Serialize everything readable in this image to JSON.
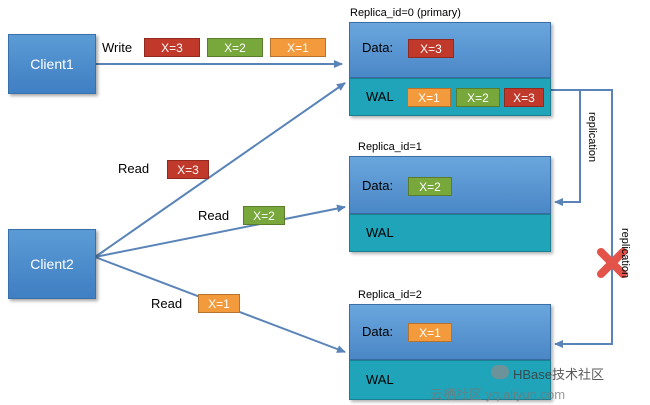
{
  "clients": {
    "client1": "Client1",
    "client2": "Client2"
  },
  "write": {
    "label": "Write",
    "values": [
      "X=3",
      "X=2",
      "X=1"
    ]
  },
  "replicas": [
    {
      "title": "Replica_id=0 (primary)",
      "data_label": "Data:",
      "data_value": "X=3",
      "wal_label": "WAL",
      "wal_values": [
        "X=1",
        "X=2",
        "X=3"
      ]
    },
    {
      "title": "Replica_id=1",
      "data_label": "Data:",
      "data_value": "X=2",
      "wal_label": "WAL"
    },
    {
      "title": "Replica_id=2",
      "data_label": "Data:",
      "data_value": "X=1",
      "wal_label": "WAL"
    }
  ],
  "reads": [
    {
      "label": "Read",
      "value": "X=3"
    },
    {
      "label": "Read",
      "value": "X=2"
    },
    {
      "label": "Read",
      "value": "X=1"
    }
  ],
  "replication": {
    "label_1": "replication",
    "label_2": "replication"
  },
  "watermark": {
    "brand": "HBase技术社区",
    "site": "云栖社区 yq.aliyun.com"
  },
  "colors": {
    "red": "#c0392b",
    "green": "#78a73c",
    "orange": "#f39a3c",
    "blue": "#4a87c6",
    "teal": "#1fa4b9",
    "arrow": "#5a84b8",
    "fail": "#e4534a"
  }
}
